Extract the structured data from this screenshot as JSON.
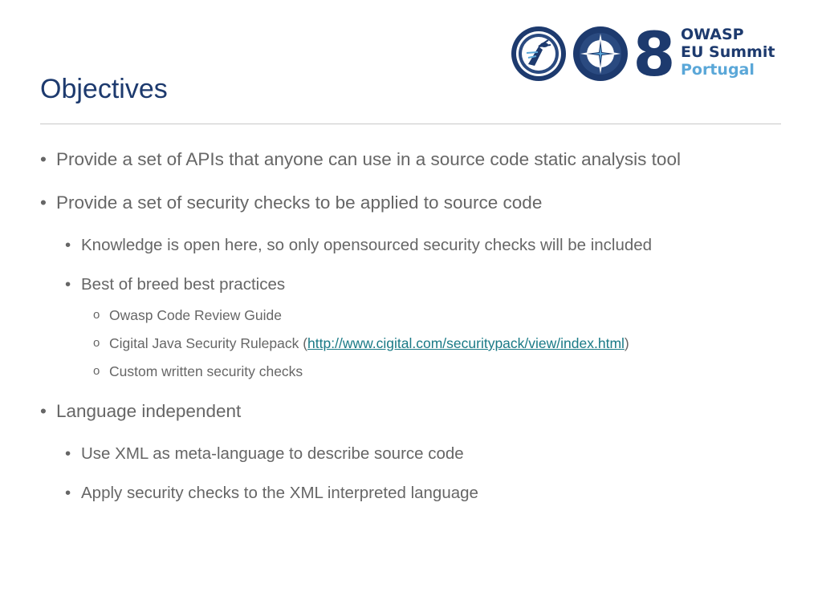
{
  "slide": {
    "title": "Objectives"
  },
  "logo": {
    "icons": [
      "wasp-icon",
      "compass-icon"
    ],
    "number": "8",
    "lines": [
      "OWASP",
      "EU Summit",
      "Portugal"
    ],
    "colors": {
      "navy": "#1d3a6e",
      "light_blue": "#5aa7d8"
    }
  },
  "bullets": [
    {
      "level": 1,
      "marker": "•",
      "text": "Provide a set of APIs that anyone can use in a source code static analysis tool"
    },
    {
      "level": 1,
      "marker": "•",
      "text": "Provide a set of security checks to be applied to source code"
    },
    {
      "level": 2,
      "marker": "•",
      "text": "Knowledge is open here, so only opensourced security checks will be included"
    },
    {
      "level": 2,
      "marker": "•",
      "text": "Best of breed best practices"
    },
    {
      "level": 3,
      "marker": "o",
      "text": "Owasp Code Review Guide"
    },
    {
      "level": 3,
      "marker": "o",
      "prefix": "Cigital Java Security Rulepack (",
      "link": "http://www.cigital.com/securitypack/view/index.html",
      "suffix": ")"
    },
    {
      "level": 3,
      "marker": "o",
      "text": "Custom written security checks"
    },
    {
      "level": 1,
      "marker": "•",
      "text": "Language independent"
    },
    {
      "level": 2,
      "marker": "•",
      "text": "Use XML as meta-language to describe source code"
    },
    {
      "level": 2,
      "marker": "•",
      "text": "Apply security checks to the XML interpreted language"
    }
  ]
}
